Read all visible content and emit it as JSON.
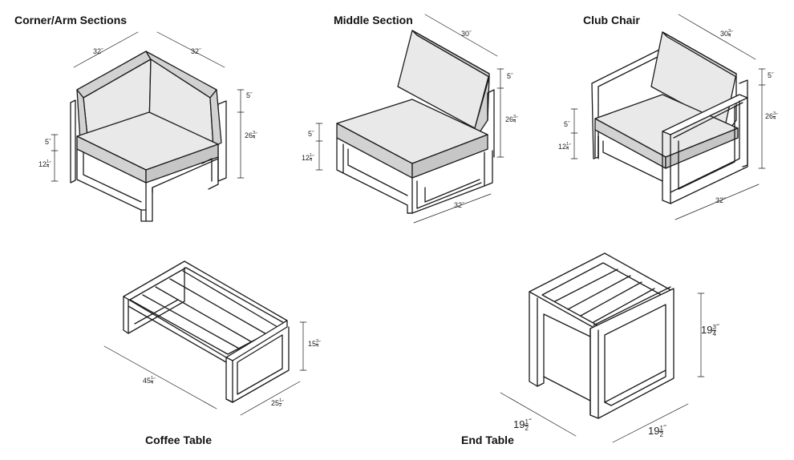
{
  "titles": {
    "corner": "Corner/Arm Sections",
    "middle": "Middle Section",
    "club": "Club Chair",
    "coffee": "Coffee Table",
    "end": "End Table"
  },
  "dimensions": {
    "corner_width_left": {
      "whole": "32",
      "unit": "˝"
    },
    "corner_width_right": {
      "whole": "32",
      "unit": "˝"
    },
    "corner_back": {
      "whole": "5",
      "unit": "˝"
    },
    "corner_total_height": {
      "whole": "26",
      "num": "3",
      "den": "4",
      "unit": "˝"
    },
    "corner_cushion": {
      "whole": "5",
      "unit": "˝"
    },
    "corner_seat_height": {
      "whole": "12",
      "num": "1",
      "den": "4",
      "unit": "˝"
    },
    "middle_depth": {
      "whole": "30",
      "unit": "˝"
    },
    "middle_back": {
      "whole": "5",
      "unit": "˝"
    },
    "middle_total_height": {
      "whole": "26",
      "num": "3",
      "den": "4",
      "unit": "˝"
    },
    "middle_cushion": {
      "whole": "5",
      "unit": "˝"
    },
    "middle_seat_height": {
      "whole": "12",
      "num": "1",
      "den": "4",
      "unit": "˝"
    },
    "middle_width": {
      "whole": "32",
      "unit": "˝"
    },
    "club_depth": {
      "whole": "30",
      "num": "3",
      "den": "4",
      "unit": "˝"
    },
    "club_back": {
      "whole": "5",
      "unit": "˝"
    },
    "club_total_height": {
      "whole": "26",
      "num": "3",
      "den": "4",
      "unit": "˝"
    },
    "club_cushion": {
      "whole": "5",
      "unit": "˝"
    },
    "club_seat_height": {
      "whole": "12",
      "num": "1",
      "den": "4",
      "unit": "˝"
    },
    "club_width": {
      "whole": "32",
      "unit": "˝"
    },
    "coffee_height": {
      "whole": "15",
      "num": "3",
      "den": "4",
      "unit": "˝"
    },
    "coffee_length": {
      "whole": "45",
      "num": "1",
      "den": "4",
      "unit": "˝"
    },
    "coffee_depth": {
      "whole": "25",
      "num": "1",
      "den": "2",
      "unit": "˝"
    },
    "end_height": {
      "whole": "19",
      "num": "3",
      "den": "4",
      "unit": "˝"
    },
    "end_width_left": {
      "whole": "19",
      "num": "1",
      "den": "2",
      "unit": "˝"
    },
    "end_width_right": {
      "whole": "19",
      "num": "1",
      "den": "2",
      "unit": "˝"
    }
  },
  "colors": {
    "line": "#1a1a1a",
    "cushion": "#e9e9e9",
    "cushion_dark": "#d2d2d2",
    "frame": "#ffffff"
  }
}
